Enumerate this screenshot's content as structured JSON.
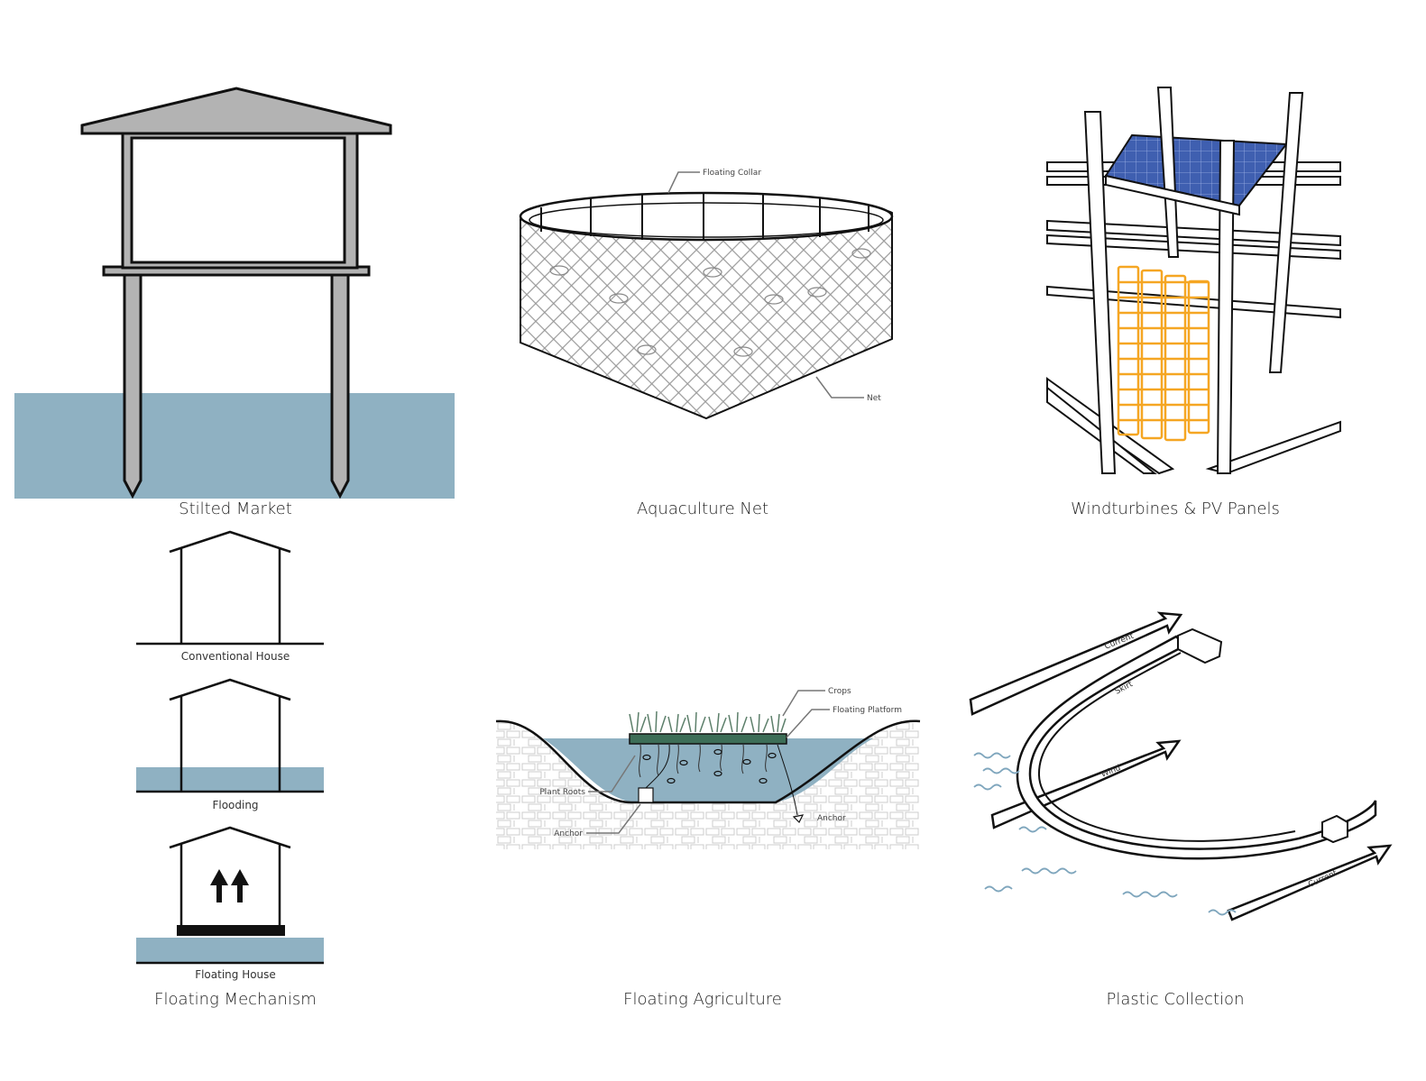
{
  "colors": {
    "water": "#8fb1c2",
    "structure": "#b3b3b3",
    "pv_panel": "#3f5fb0",
    "turbine_grid": "#f5a623",
    "platform": "#3d6e57",
    "line": "#111111"
  },
  "panels": {
    "stilted_market": {
      "caption": "Stilted Market"
    },
    "aquaculture_net": {
      "caption": "Aquaculture Net",
      "labels": {
        "floating_collar": "Floating Collar",
        "net": "Net"
      }
    },
    "windturbines": {
      "caption": "Windturbines & PV Panels"
    },
    "floating_mechanism": {
      "caption": "Floating Mechanism",
      "steps": [
        "Conventional House",
        "Flooding",
        "Floating House"
      ]
    },
    "floating_agriculture": {
      "caption": "Floating Agriculture",
      "labels": {
        "crops": "Crops",
        "floating_platform": "Floating Platform",
        "plant_roots": "Plant Roots",
        "anchor_left": "Anchor",
        "anchor_right": "Anchor"
      }
    },
    "plastic_collection": {
      "caption": "Plastic Collection",
      "labels": {
        "current_top": "Current",
        "skirt": "Skirt",
        "wind": "Wind",
        "current_bottom": "Current"
      }
    }
  }
}
